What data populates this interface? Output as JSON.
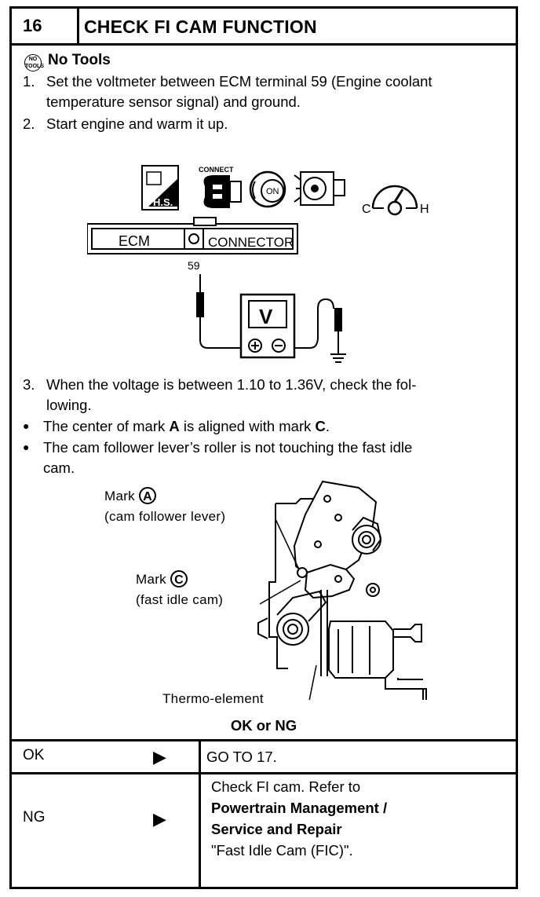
{
  "header": {
    "number": "16",
    "title": "CHECK FI CAM FUNCTION"
  },
  "tools": {
    "icon": "no-tools-icon",
    "icon_text_1": "NO",
    "icon_text_2": "TOOLS",
    "label": "No Tools"
  },
  "steps": [
    {
      "num": "1.",
      "line1": "Set the voltmeter between ECM terminal 59 (Engine coolant",
      "line2": "temperature sensor signal) and ground."
    },
    {
      "num": "2.",
      "line1": "Start engine and warm it up."
    },
    {
      "num": "3.",
      "line1": "When the voltage is between 1.10 to 1.36V, check the fol-",
      "line2": "lowing."
    }
  ],
  "bullets": [
    {
      "pre": "The center of mark ",
      "b1": "A",
      "mid": " is aligned with mark ",
      "b2": "C",
      "post": "."
    },
    {
      "line1": "The cam follower lever’s roller is not touching the fast idle",
      "line2": "cam."
    }
  ],
  "diagram1": {
    "hs": "H.S.",
    "connect": "CONNECT",
    "on": "ON",
    "c": "C",
    "h": "H",
    "ecm": "ECM",
    "connector": "CONNECTOR",
    "terminal": "59",
    "meter": "V"
  },
  "diagram2": {
    "mark_a": "Mark",
    "mark_a_letter": "A",
    "mark_a_desc": "(cam  follower  lever)",
    "mark_c": "Mark",
    "mark_c_letter": "C",
    "mark_c_desc": "(fast  idle  cam)",
    "thermo": "Thermo-element"
  },
  "ok_ng": "OK or NG",
  "results": [
    {
      "label": "OK",
      "arrow": "▶",
      "action": "GO TO 17."
    },
    {
      "label": "NG",
      "arrow": "▶",
      "line1": "Check FI cam. Refer to",
      "line2": "Powertrain Management /",
      "line3": "Service and Repair",
      "line4": "\"Fast Idle Cam (FIC)\"."
    }
  ]
}
